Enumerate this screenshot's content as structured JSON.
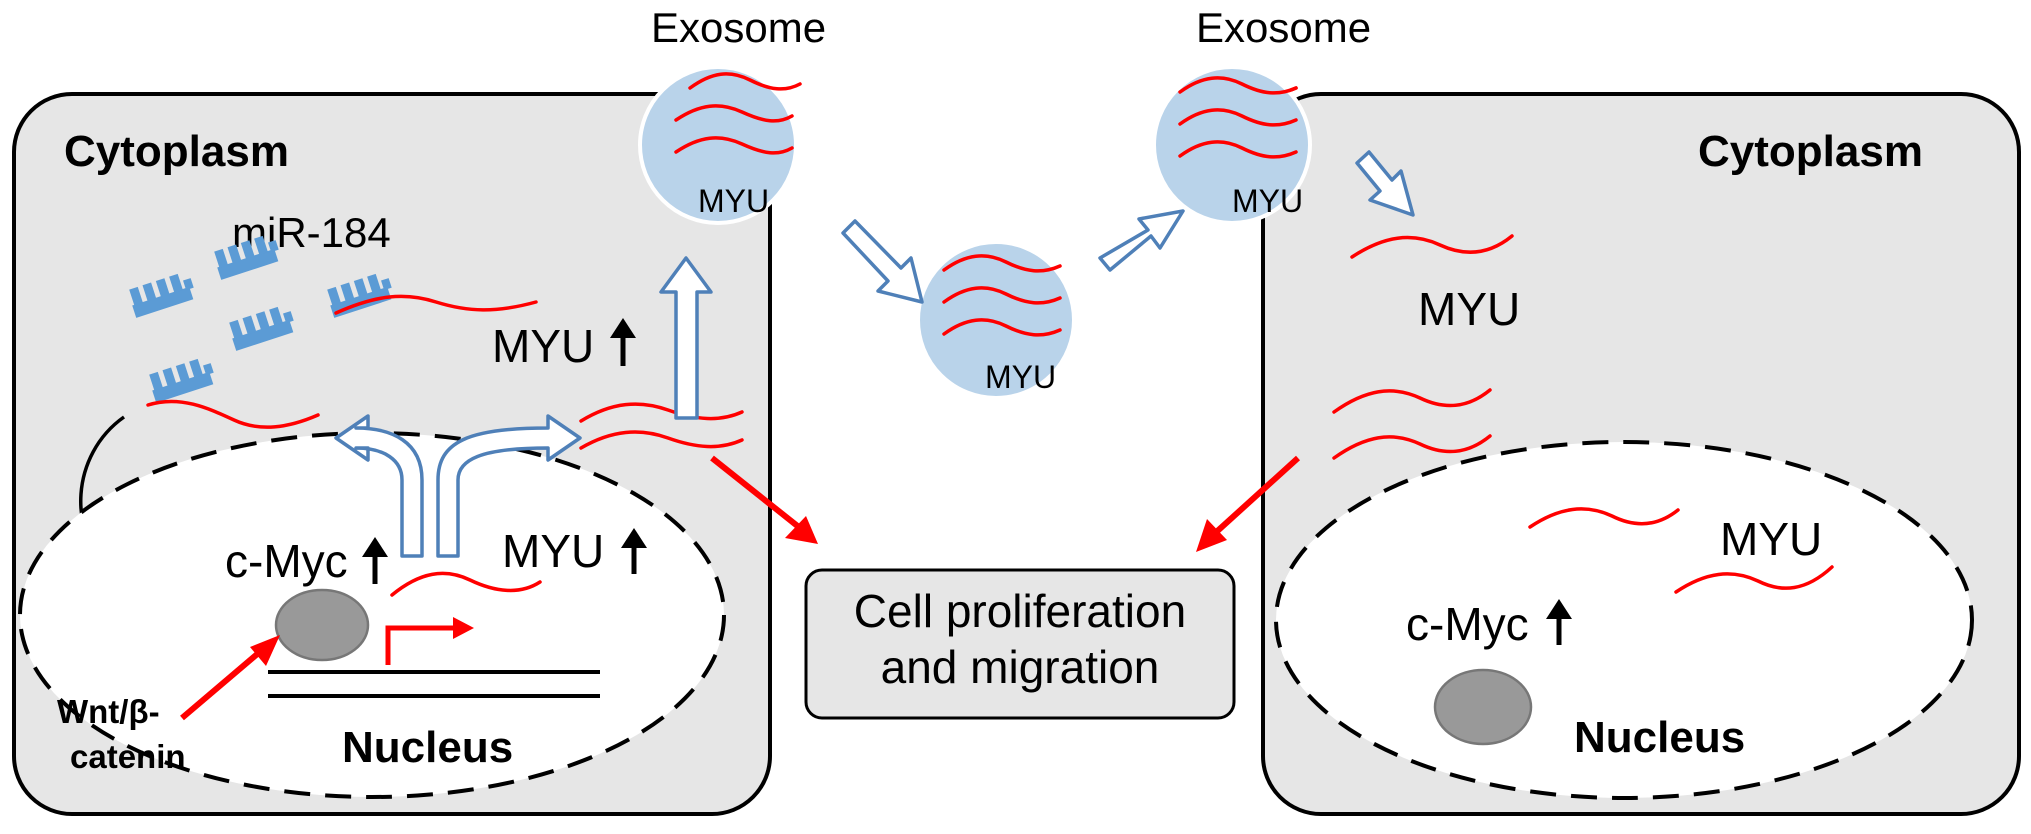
{
  "left_cell": {
    "cytoplasm_label": "Cytoplasm",
    "mirna_label": "miR-184",
    "myu_up_label": "MYU",
    "nucleus_label": "Nucleus",
    "cmyc_label": "c-Myc",
    "nuclear_myu_label": "MYU",
    "wnt_label_line1": "Wnt/β-",
    "wnt_label_line2": "catenin"
  },
  "exosomes": {
    "label_1": "Exosome",
    "label_2": "Exosome",
    "myu_label_1": "MYU",
    "myu_label_2": "MYU",
    "myu_label_3": "MYU"
  },
  "center": {
    "outcome_line1": "Cell proliferation",
    "outcome_line2": "and migration"
  },
  "right_cell": {
    "cytoplasm_label": "Cytoplasm",
    "myu_label": "MYU",
    "nuclear_myu_label": "MYU",
    "cmyc_label": "c-Myc",
    "nucleus_label": "Nucleus"
  },
  "colors": {
    "cell_fill": "#e6e6e6",
    "exosome_fill": "#b9d3ea",
    "rna_red": "#ff0000",
    "mirna_blue": "#5b9bd5",
    "hollow_arrow_stroke": "#4f80b8"
  }
}
